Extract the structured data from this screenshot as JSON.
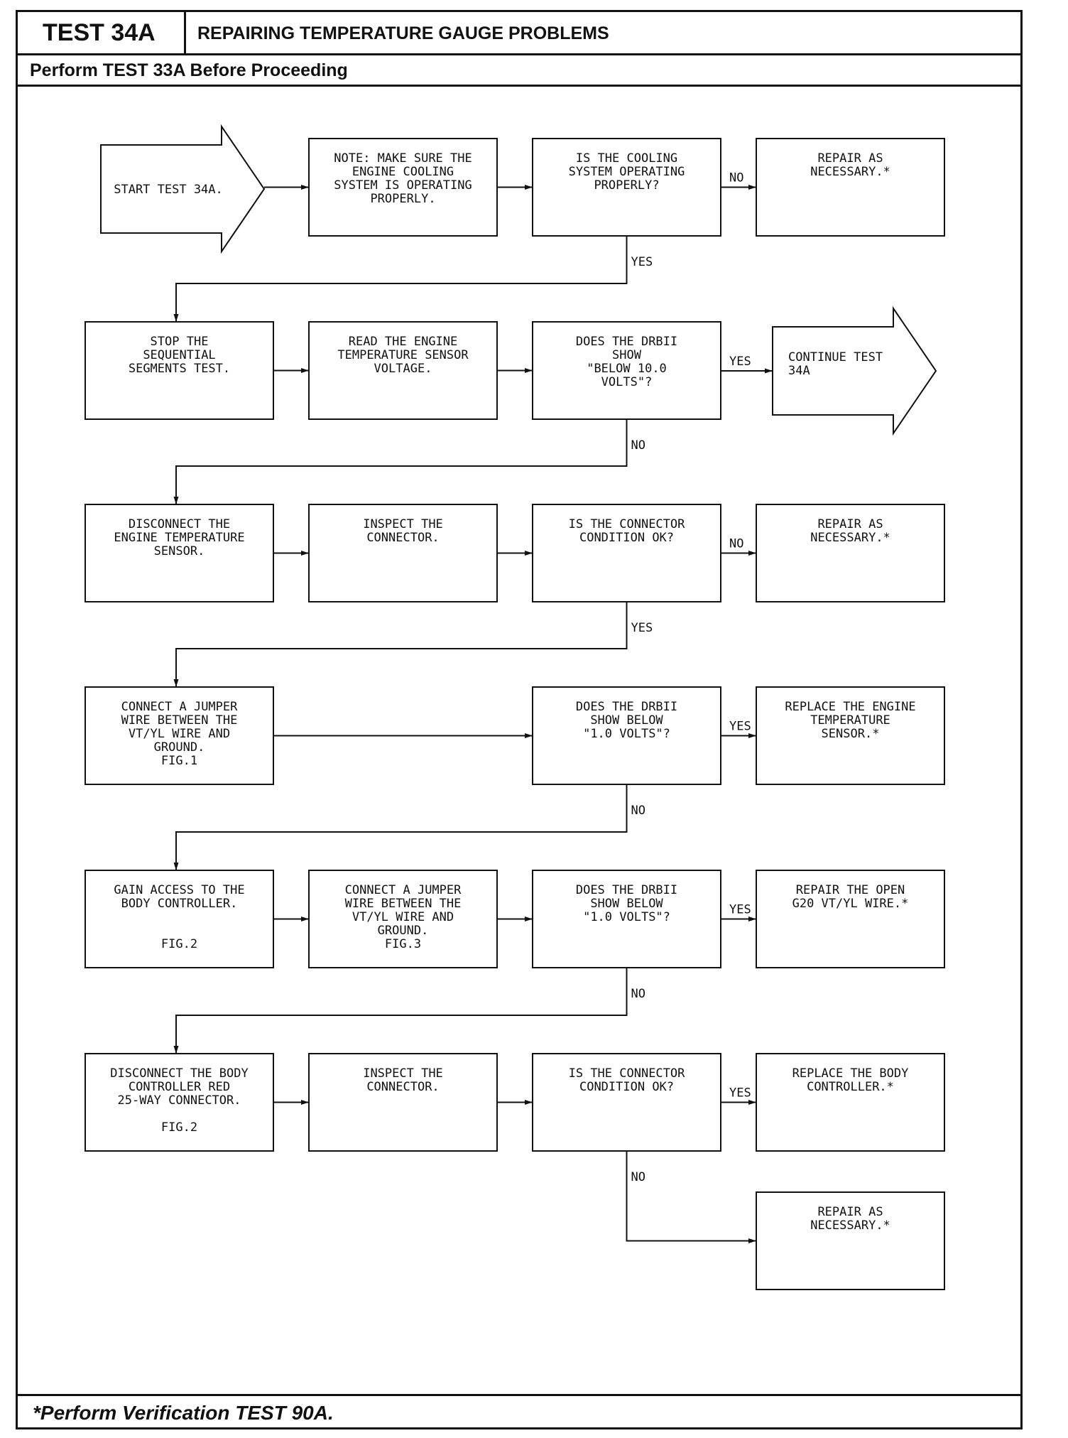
{
  "header": {
    "test_id": "TEST 34A",
    "title": "REPAIRING TEMPERATURE GAUGE PROBLEMS",
    "prerequisite": "Perform TEST 33A Before Proceeding"
  },
  "footer": {
    "note": "*Perform Verification TEST 90A."
  },
  "flowchart": {
    "nodes": [
      {
        "id": "start",
        "shape": "arrow",
        "lines": [
          "START TEST 34A."
        ]
      },
      {
        "id": "note_cooling",
        "shape": "box",
        "lines": [
          "NOTE:  MAKE SURE THE",
          "ENGINE COOLING",
          "SYSTEM IS OPERATING",
          "PROPERLY."
        ]
      },
      {
        "id": "q_cooling",
        "shape": "box",
        "lines": [
          "IS THE COOLING",
          "SYSTEM OPERATING",
          "PROPERLY?"
        ]
      },
      {
        "id": "repair_1",
        "shape": "box",
        "lines": [
          "REPAIR AS",
          "NECESSARY.*"
        ]
      },
      {
        "id": "stop_segments",
        "shape": "box",
        "lines": [
          "STOP THE",
          "SEQUENTIAL",
          "SEGMENTS TEST."
        ]
      },
      {
        "id": "read_voltage",
        "shape": "box",
        "lines": [
          "READ THE ENGINE",
          "TEMPERATURE SENSOR",
          "VOLTAGE."
        ]
      },
      {
        "id": "q_below10",
        "shape": "box",
        "lines": [
          "DOES THE DRBII",
          "SHOW",
          "\"BELOW 10.0",
          "VOLTS\"?"
        ]
      },
      {
        "id": "continue",
        "shape": "arrow",
        "lines": [
          "CONTINUE TEST",
          "34A"
        ]
      },
      {
        "id": "disconnect_sensor",
        "shape": "box",
        "lines": [
          "DISCONNECT THE",
          "ENGINE TEMPERATURE",
          "SENSOR."
        ]
      },
      {
        "id": "inspect_1",
        "shape": "box",
        "lines": [
          "INSPECT THE",
          "CONNECTOR."
        ]
      },
      {
        "id": "q_connector_1",
        "shape": "box",
        "lines": [
          "IS THE CONNECTOR",
          "CONDITION OK?"
        ]
      },
      {
        "id": "repair_2",
        "shape": "box",
        "lines": [
          "REPAIR AS",
          "NECESSARY.*"
        ]
      },
      {
        "id": "jumper_1",
        "shape": "box",
        "lines": [
          "CONNECT A JUMPER",
          "WIRE BETWEEN THE",
          "VT/YL WIRE AND",
          "GROUND.",
          "FIG.1"
        ]
      },
      {
        "id": "q_below1_a",
        "shape": "box",
        "lines": [
          "DOES THE DRBII",
          "SHOW BELOW",
          "\"1.0 VOLTS\"?"
        ]
      },
      {
        "id": "replace_sensor",
        "shape": "box",
        "lines": [
          "REPLACE THE ENGINE",
          "TEMPERATURE",
          "SENSOR.*"
        ]
      },
      {
        "id": "gain_access",
        "shape": "box",
        "lines": [
          "GAIN ACCESS TO THE",
          "BODY CONTROLLER.",
          "",
          "",
          "FIG.2"
        ]
      },
      {
        "id": "jumper_2",
        "shape": "box",
        "lines": [
          "CONNECT A JUMPER",
          "WIRE BETWEEN THE",
          "VT/YL WIRE AND",
          "GROUND.",
          "FIG.3"
        ]
      },
      {
        "id": "q_below1_b",
        "shape": "box",
        "lines": [
          "DOES THE DRBII",
          "SHOW BELOW",
          "\"1.0 VOLTS\"?"
        ]
      },
      {
        "id": "repair_open",
        "shape": "box",
        "lines": [
          "REPAIR THE OPEN",
          "G20 VT/YL WIRE.*"
        ]
      },
      {
        "id": "disconnect_controller",
        "shape": "box",
        "lines": [
          "DISCONNECT THE BODY",
          "CONTROLLER RED",
          "25-WAY CONNECTOR.",
          "",
          "FIG.2"
        ]
      },
      {
        "id": "inspect_2",
        "shape": "box",
        "lines": [
          "INSPECT THE",
          "CONNECTOR."
        ]
      },
      {
        "id": "q_connector_2",
        "shape": "box",
        "lines": [
          "IS THE CONNECTOR",
          "CONDITION OK?"
        ]
      },
      {
        "id": "replace_controller",
        "shape": "box",
        "lines": [
          "REPLACE THE BODY",
          "CONTROLLER.*"
        ]
      },
      {
        "id": "repair_3",
        "shape": "box",
        "lines": [
          "REPAIR AS",
          "NECESSARY.*"
        ]
      }
    ],
    "edges": [
      {
        "from": "start",
        "to": "note_cooling",
        "label": ""
      },
      {
        "from": "note_cooling",
        "to": "q_cooling",
        "label": ""
      },
      {
        "from": "q_cooling",
        "to": "repair_1",
        "label": "NO"
      },
      {
        "from": "q_cooling",
        "to": "stop_segments",
        "label": "YES"
      },
      {
        "from": "stop_segments",
        "to": "read_voltage",
        "label": ""
      },
      {
        "from": "read_voltage",
        "to": "q_below10",
        "label": ""
      },
      {
        "from": "q_below10",
        "to": "continue",
        "label": "YES"
      },
      {
        "from": "q_below10",
        "to": "disconnect_sensor",
        "label": "NO"
      },
      {
        "from": "disconnect_sensor",
        "to": "inspect_1",
        "label": ""
      },
      {
        "from": "inspect_1",
        "to": "q_connector_1",
        "label": ""
      },
      {
        "from": "q_connector_1",
        "to": "repair_2",
        "label": "NO"
      },
      {
        "from": "q_connector_1",
        "to": "jumper_1",
        "label": "YES"
      },
      {
        "from": "jumper_1",
        "to": "q_below1_a",
        "label": ""
      },
      {
        "from": "q_below1_a",
        "to": "replace_sensor",
        "label": "YES"
      },
      {
        "from": "q_below1_a",
        "to": "gain_access",
        "label": "NO"
      },
      {
        "from": "gain_access",
        "to": "jumper_2",
        "label": ""
      },
      {
        "from": "jumper_2",
        "to": "q_below1_b",
        "label": ""
      },
      {
        "from": "q_below1_b",
        "to": "repair_open",
        "label": "YES"
      },
      {
        "from": "q_below1_b",
        "to": "disconnect_controller",
        "label": "NO"
      },
      {
        "from": "disconnect_controller",
        "to": "inspect_2",
        "label": ""
      },
      {
        "from": "inspect_2",
        "to": "q_connector_2",
        "label": ""
      },
      {
        "from": "q_connector_2",
        "to": "replace_controller",
        "label": "YES"
      },
      {
        "from": "q_connector_2",
        "to": "repair_3",
        "label": "NO"
      }
    ]
  }
}
